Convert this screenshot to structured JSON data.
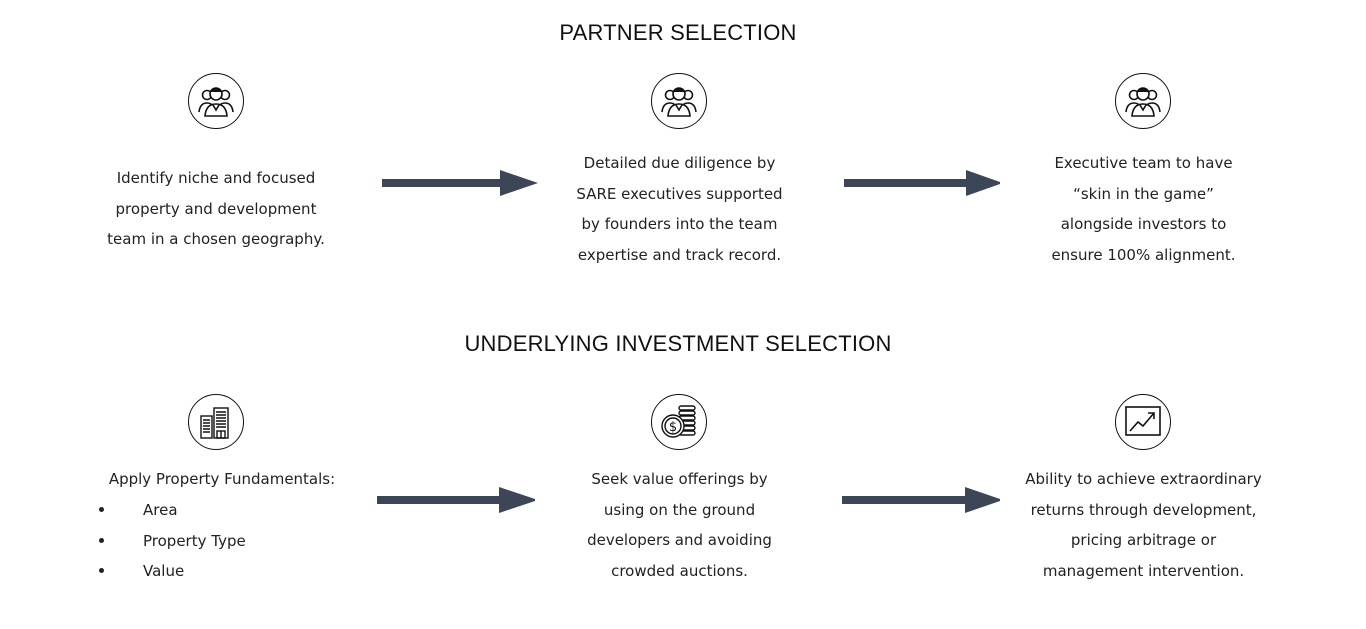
{
  "partner_selection": {
    "title": "PARTNER SELECTION",
    "steps": [
      {
        "icon": "people-group-icon",
        "text": "Identify niche and focused property and development team in a chosen geography."
      },
      {
        "icon": "people-group-icon",
        "text": "Detailed due diligence by SARE executives supported by founders into the team expertise and track record."
      },
      {
        "icon": "people-group-icon",
        "text": "Executive team to have “skin in the game” alongside investors to ensure 100% alignment."
      }
    ]
  },
  "underlying_investment_selection": {
    "title": "UNDERLYING INVESTMENT SELECTION",
    "steps": [
      {
        "icon": "buildings-icon",
        "heading": "Apply Property Fundamentals:",
        "bullets": [
          "Area",
          "Property Type",
          "Value"
        ]
      },
      {
        "icon": "coins-dollar-icon",
        "text": "Seek value offerings by using on the ground developers and avoiding crowded auctions."
      },
      {
        "icon": "growth-chart-icon",
        "text": "Ability to achieve extraordinary returns through development, pricing arbitrage or management intervention."
      }
    ]
  },
  "colors": {
    "arrow": "#3d4656",
    "text": "#222222",
    "outline": "#111111"
  }
}
